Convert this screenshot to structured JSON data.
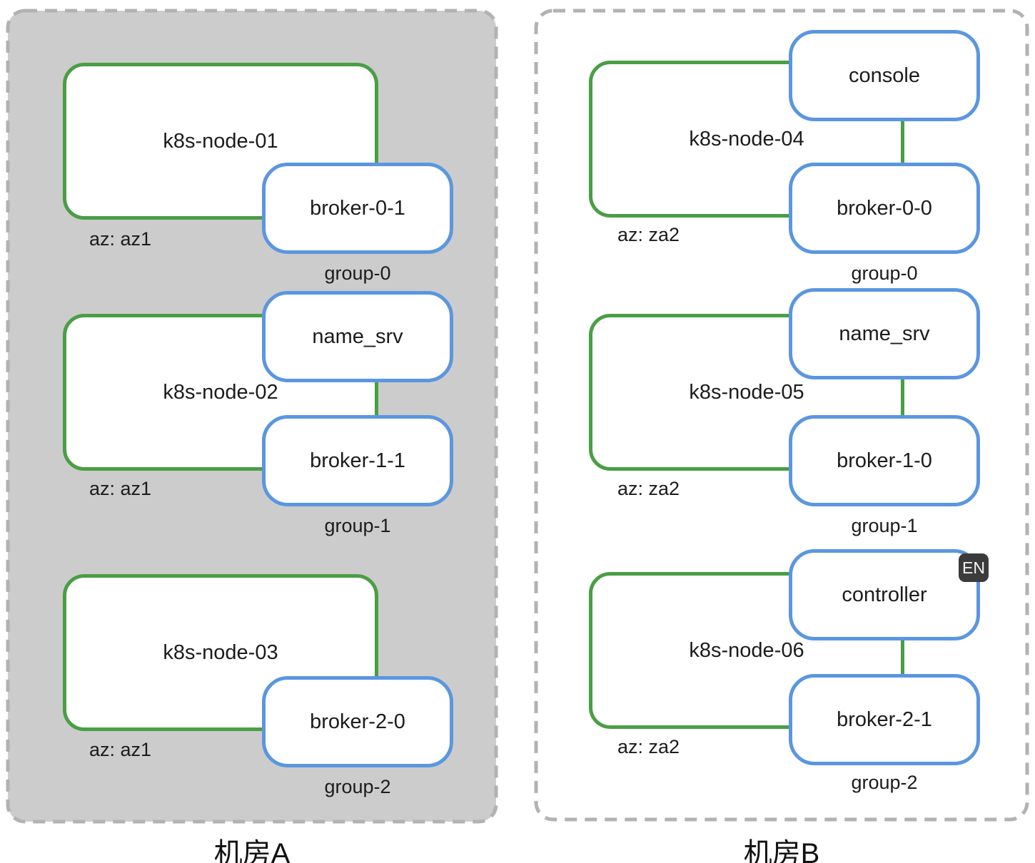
{
  "diagram": {
    "rooms": [
      {
        "label": "机房A",
        "nodes": [
          {
            "name": "k8s-node-01",
            "az": "az: az1",
            "group": "group-0",
            "pods": [
              {
                "label": "broker-0-1"
              }
            ]
          },
          {
            "name": "k8s-node-02",
            "az": "az: az1",
            "group": "group-1",
            "pods": [
              {
                "label": "name_srv"
              },
              {
                "label": "broker-1-1"
              }
            ]
          },
          {
            "name": "k8s-node-03",
            "az": "az: az1",
            "group": "group-2",
            "pods": [
              {
                "label": "broker-2-0"
              }
            ]
          }
        ]
      },
      {
        "label": "机房B",
        "nodes": [
          {
            "name": "k8s-node-04",
            "az": "az: za2",
            "group": "group-0",
            "pods": [
              {
                "label": "console"
              },
              {
                "label": "broker-0-0"
              }
            ]
          },
          {
            "name": "k8s-node-05",
            "az": "az: za2",
            "group": "group-1",
            "pods": [
              {
                "label": "name_srv"
              },
              {
                "label": "broker-1-0"
              }
            ]
          },
          {
            "name": "k8s-node-06",
            "az": "az: za2",
            "group": "group-2",
            "pods": [
              {
                "label": "controller"
              },
              {
                "label": "broker-2-1"
              }
            ]
          }
        ]
      }
    ],
    "badge": {
      "label": "EN"
    }
  },
  "colors": {
    "node_border": "#4a9e44",
    "pod_border": "#5b96e0",
    "room_a_fill": "#cccccc",
    "dash": "#b2b2b2",
    "badge_bg": "#3b3b3b"
  }
}
